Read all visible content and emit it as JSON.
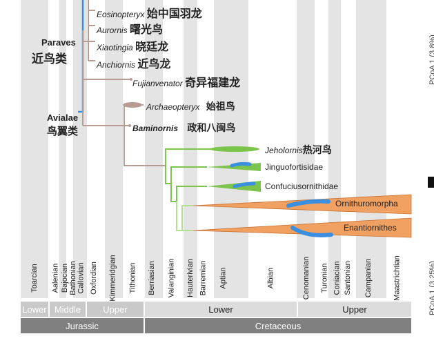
{
  "stages": [
    {
      "name": "Toarcian",
      "shade": "grey"
    },
    {
      "name": "Aalenian",
      "shade": "white"
    },
    {
      "name": "Bajocian",
      "shade": "grey"
    },
    {
      "name": "Bathonian",
      "shade": "white"
    },
    {
      "name": "Callovian",
      "shade": "grey"
    },
    {
      "name": "Oxfordian",
      "shade": "white"
    },
    {
      "name": "Kimmeridgian",
      "shade": "grey"
    },
    {
      "name": "Tithonian",
      "shade": "white"
    },
    {
      "name": "Berriasian",
      "shade": "grey"
    },
    {
      "name": "Valanginian",
      "shade": "white"
    },
    {
      "name": "Hauterivian",
      "shade": "grey"
    },
    {
      "name": "Barremian",
      "shade": "white"
    },
    {
      "name": "Aptian",
      "shade": "grey"
    },
    {
      "name": "Albian",
      "shade": "white"
    },
    {
      "name": "Cenomanian",
      "shade": "grey"
    },
    {
      "name": "Turonian",
      "shade": "white"
    },
    {
      "name": "Coniacian",
      "shade": "grey"
    },
    {
      "name": "Santonian",
      "shade": "white"
    },
    {
      "name": "Campanian",
      "shade": "grey"
    },
    {
      "name": "Maastrichtian",
      "shade": "white"
    }
  ],
  "epochs": {
    "lower_j": "Lower",
    "middle_j": "Middle",
    "upper_j": "Upper",
    "lower_k": "Lower",
    "upper_k": "Upper"
  },
  "periods": {
    "jurassic": "Jurassic",
    "cretaceous": "Cretaceous"
  },
  "clades": {
    "paraves_en": "Paraves",
    "paraves_cn": "近鸟类",
    "avialae_en": "Avialae",
    "avialae_cn": "鸟翼类"
  },
  "taxa": {
    "eosinopteryx": {
      "latin": "Eosinopteryx",
      "cn": "始中国羽龙"
    },
    "aurornis": {
      "latin": "Aurornis",
      "cn": "曙光鸟"
    },
    "xiaotingia": {
      "latin": "Xiaotingia",
      "cn": "晓廷龙"
    },
    "anchiornis": {
      "latin": "Anchiornis",
      "cn": "近鸟龙"
    },
    "fujianvenator": {
      "latin": "Fujianvenator",
      "cn": "奇异福建龙"
    },
    "archaeopteryx": {
      "latin": "Archaeopteryx",
      "cn": "始祖鸟"
    },
    "baminornis": {
      "latin": "Baminornis",
      "cn": "政和八闽鸟"
    },
    "jeholornis": {
      "latin": "Jeholornis",
      "cn": "热河鸟"
    },
    "jinguofortisidae": {
      "latin": "Jinguofortisidae"
    },
    "confuciusornithidae": {
      "latin": "Confuciusornithidae"
    },
    "ornithuromorpha": {
      "latin": "Ornithuromorpha"
    },
    "enantiornithes": {
      "latin": "Enantiornithes"
    }
  },
  "right_axis": {
    "top": "PCoA 1 (3.8%)",
    "bottom": "PCoA 1 (3.25%)"
  },
  "colors": {
    "stem": "#b89c94",
    "blue": "#3b8fe0",
    "green": "#7cc44c",
    "lightgreen": "#b4e090",
    "orange": "#f0a060",
    "band": "#e4e4e4"
  }
}
